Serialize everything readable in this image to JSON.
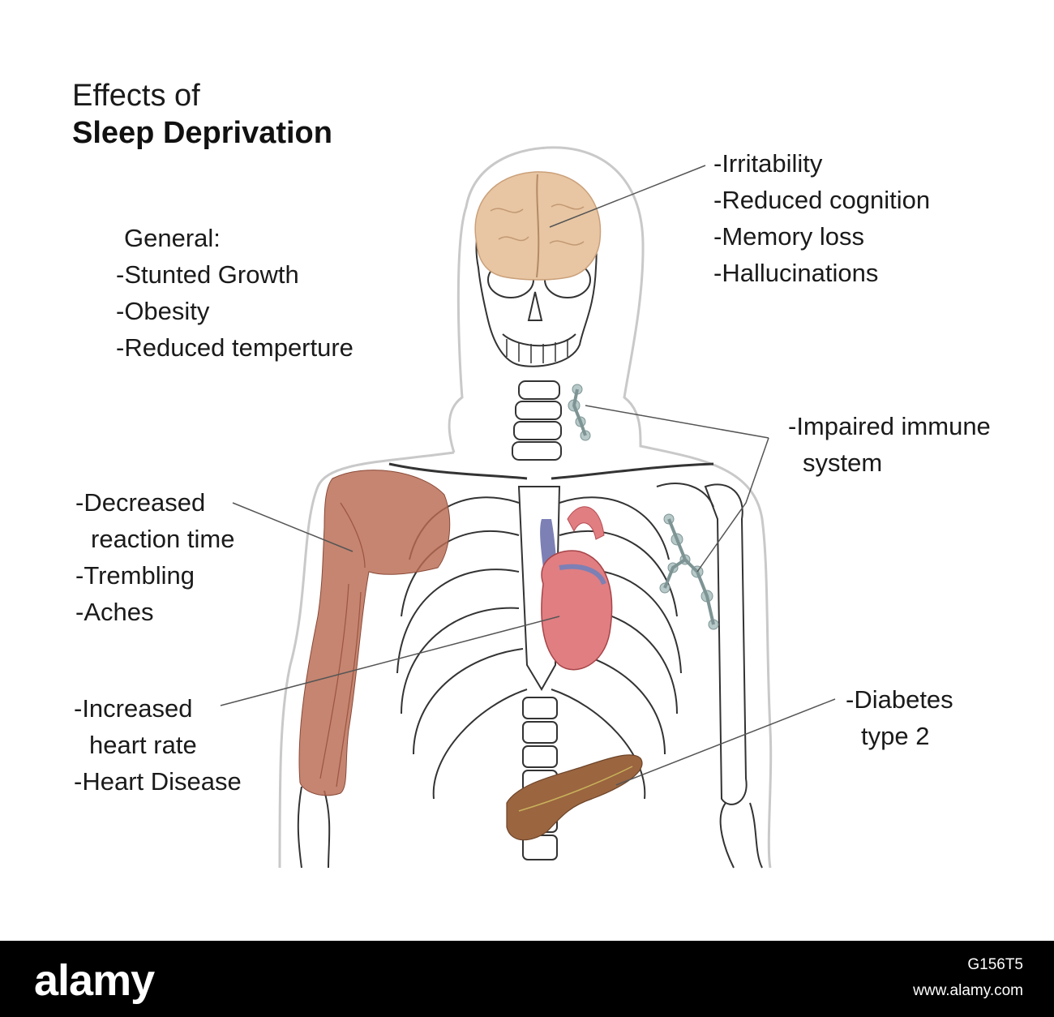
{
  "title": {
    "line1": "Effects of",
    "line2": "Sleep Deprivation"
  },
  "general": {
    "heading": "General:",
    "items": [
      "-Stunted Growth",
      "-Obesity",
      "-Reduced temperture"
    ]
  },
  "brain": {
    "items": [
      "-Irritability",
      "-Reduced cognition",
      "-Memory loss",
      "-Hallucinations"
    ]
  },
  "immune": {
    "lines": [
      "-Impaired immune",
      "system"
    ]
  },
  "muscle": {
    "lines": [
      "-Decreased",
      "reaction time",
      "-Trembling",
      "-Aches"
    ]
  },
  "heart": {
    "lines": [
      "-Increased",
      "heart rate",
      "-Heart Disease"
    ]
  },
  "pancreas": {
    "lines": [
      "-Diabetes",
      "type 2"
    ]
  },
  "footer": {
    "brand": "alamy",
    "image_id": "G156T5",
    "url": "www.alamy.com"
  },
  "colors": {
    "brain": "#e8c6a3",
    "muscle": "#b86a52",
    "heart": "#e07e82",
    "vein": "#7c80b5",
    "lymph": "#b7c9c9",
    "pancreas": "#9b6540",
    "outline": "#333333",
    "leader_line": "#555555"
  }
}
